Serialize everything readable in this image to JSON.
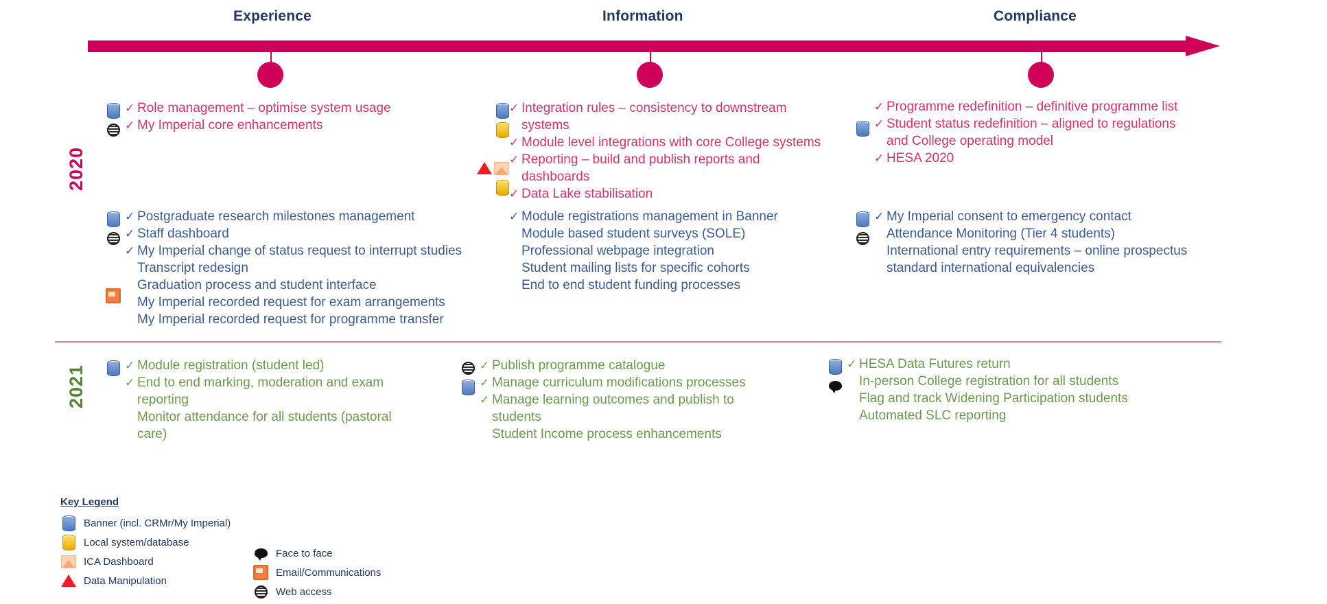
{
  "headings": {
    "experience": "Experience",
    "information": "Information",
    "compliance": "Compliance"
  },
  "years": {
    "y2020": "2020",
    "y2021": "2021"
  },
  "colors": {
    "timeline": "#ce0058",
    "heading": "#1f3864",
    "pink": "#d6336c",
    "blue": "#3b5b92",
    "green": "#6a9a4b",
    "divider": "#d98099"
  },
  "groups": {
    "exp_2020_pink": {
      "icons": [
        "banner-db-icon",
        "web-access-icon"
      ],
      "items": [
        {
          "tick": true,
          "text": "Role management – optimise system usage"
        },
        {
          "tick": true,
          "text": "My Imperial core enhancements"
        }
      ]
    },
    "info_2020_pink": {
      "icons": [
        "banner-db-icon",
        "local-db-icon",
        "data-manipulation-icon",
        "ica-dashboard-icon",
        "local-db-icon"
      ],
      "items": [
        {
          "tick": true,
          "text": "Integration rules – consistency to downstream"
        },
        {
          "tick": false,
          "text": "systems"
        },
        {
          "tick": true,
          "text": "Module level integrations with core College systems"
        },
        {
          "tick": true,
          "text": "Reporting – build and publish reports and dashboards"
        },
        {
          "tick": true,
          "text": "Data Lake stabilisation"
        }
      ]
    },
    "comp_2020_pink": {
      "icons": [
        "banner-db-icon"
      ],
      "items": [
        {
          "tick": true,
          "text": "Programme redefinition – definitive programme list"
        },
        {
          "tick": true,
          "text": "Student status redefinition – aligned to regulations"
        },
        {
          "tick": false,
          "text": "and College operating model"
        },
        {
          "tick": true,
          "text": "HESA 2020"
        }
      ]
    },
    "exp_2020_blue": {
      "icons": [
        "banner-db-icon",
        "web-access-icon",
        "email-communications-icon"
      ],
      "items": [
        {
          "tick": true,
          "text": "Postgraduate research milestones management"
        },
        {
          "tick": true,
          "text": "Staff dashboard"
        },
        {
          "tick": true,
          "text": "My Imperial change of status request to interrupt studies"
        },
        {
          "tick": false,
          "text": "Transcript redesign"
        },
        {
          "tick": false,
          "text": "Graduation process and student interface"
        },
        {
          "tick": false,
          "text": "My Imperial recorded request for exam arrangements"
        },
        {
          "tick": false,
          "text": "My Imperial recorded request for programme transfer"
        }
      ]
    },
    "info_2020_blue": {
      "icons": [],
      "items": [
        {
          "tick": true,
          "text": "Module registrations management in Banner"
        },
        {
          "tick": false,
          "text": "Module based student surveys (SOLE)"
        },
        {
          "tick": false,
          "text": "Professional webpage integration"
        },
        {
          "tick": false,
          "text": "Student mailing lists for specific cohorts"
        },
        {
          "tick": false,
          "text": "End to end student funding processes"
        }
      ]
    },
    "comp_2020_blue": {
      "icons": [
        "banner-db-icon",
        "web-access-icon"
      ],
      "items": [
        {
          "tick": true,
          "text": "My Imperial consent to emergency contact"
        },
        {
          "tick": false,
          "text": "Attendance Monitoring (Tier 4 students)"
        },
        {
          "tick": false,
          "text": "International entry requirements – online prospectus"
        },
        {
          "tick": false,
          "text": "standard international equivalencies"
        }
      ]
    },
    "exp_2021_green": {
      "icons": [
        "banner-db-icon"
      ],
      "items": [
        {
          "tick": true,
          "text": "Module registration (student led)"
        },
        {
          "tick": true,
          "text": "End to end marking, moderation and exam"
        },
        {
          "tick": false,
          "text": "reporting"
        },
        {
          "tick": false,
          "text": "Monitor attendance for all students (pastoral"
        },
        {
          "tick": false,
          "text": "care)"
        }
      ]
    },
    "info_2021_green": {
      "icons": [
        "web-access-icon",
        "banner-db-icon"
      ],
      "items": [
        {
          "tick": true,
          "text": "Publish programme catalogue"
        },
        {
          "tick": true,
          "text": "Manage curriculum modifications processes"
        },
        {
          "tick": true,
          "text": "Manage learning outcomes and publish to"
        },
        {
          "tick": false,
          "text": "students"
        },
        {
          "tick": false,
          "text": "Student Income process enhancements"
        }
      ]
    },
    "comp_2021_green": {
      "icons": [
        "banner-db-icon",
        "face-to-face-icon"
      ],
      "items": [
        {
          "tick": true,
          "text": "HESA Data Futures return"
        },
        {
          "tick": false,
          "text": "In-person College registration for all students"
        },
        {
          "tick": false,
          "text": "Flag and track Widening Participation students"
        },
        {
          "tick": false,
          "text": "Automated SLC reporting"
        }
      ]
    }
  },
  "legend": {
    "title": "Key Legend",
    "left": [
      {
        "icon": "banner-db-icon",
        "label": "Banner (incl. CRMr/My Imperial)"
      },
      {
        "icon": "local-db-icon",
        "label": "Local system/database"
      },
      {
        "icon": "ica-dashboard-icon",
        "label": "ICA Dashboard"
      },
      {
        "icon": "data-manipulation-icon",
        "label": "Data Manipulation"
      }
    ],
    "right": [
      {
        "icon": "face-to-face-icon",
        "label": "Face to face"
      },
      {
        "icon": "email-communications-icon",
        "label": "Email/Communications"
      },
      {
        "icon": "web-access-icon",
        "label": "Web access"
      }
    ]
  },
  "tick_glyph": "✓"
}
